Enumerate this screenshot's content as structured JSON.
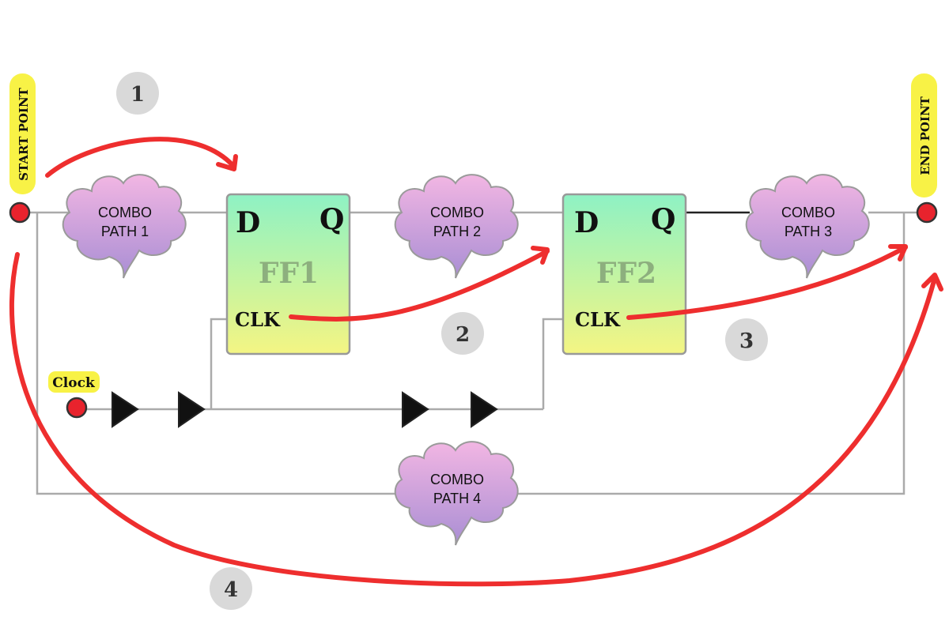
{
  "start_label": "START POINT",
  "end_label": "END POINT",
  "clock_label": "Clock",
  "clouds": [
    {
      "line1": "COMBO",
      "line2": "PATH 1"
    },
    {
      "line1": "COMBO",
      "line2": "PATH 2"
    },
    {
      "line1": "COMBO",
      "line2": "PATH 3"
    },
    {
      "line1": "COMBO",
      "line2": "PATH 4"
    }
  ],
  "flipflops": [
    {
      "name": "FF1",
      "d": "D",
      "q": "Q",
      "clk": "CLK"
    },
    {
      "name": "FF2",
      "d": "D",
      "q": "Q",
      "clk": "CLK"
    }
  ],
  "path_numbers": [
    "1",
    "2",
    "3",
    "4"
  ],
  "colors": {
    "arrow": "#ee2e2e",
    "wire": "#aaaaaa",
    "label_bg": "#f8f246",
    "number_bg": "#d9d9d9",
    "ff_top": "#8ef2c4",
    "ff_bottom": "#f4f583",
    "cloud_top": "#f2b6e3",
    "cloud_bottom": "#a98ed4"
  }
}
